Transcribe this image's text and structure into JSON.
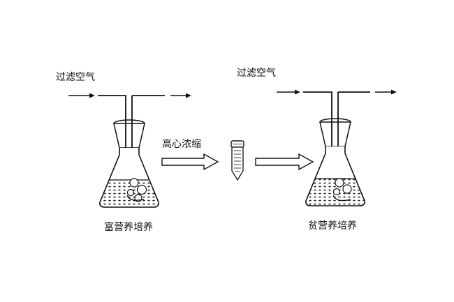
{
  "labels": {
    "filtered_air_left": "过滤空气",
    "filtered_air_right": "过滤空气",
    "centrifuge_concentrate": "高心浓缩",
    "rich_culture": "富营养培养",
    "poor_culture": "贫营养培养"
  },
  "colors": {
    "line": "#111111",
    "liquid_dots": "#222222",
    "arrow_fill": "#ffffff"
  },
  "icons": {
    "flask": "erlenmeyer-flask",
    "tube": "centrifuge-tube",
    "arrow": "hollow-arrow"
  }
}
